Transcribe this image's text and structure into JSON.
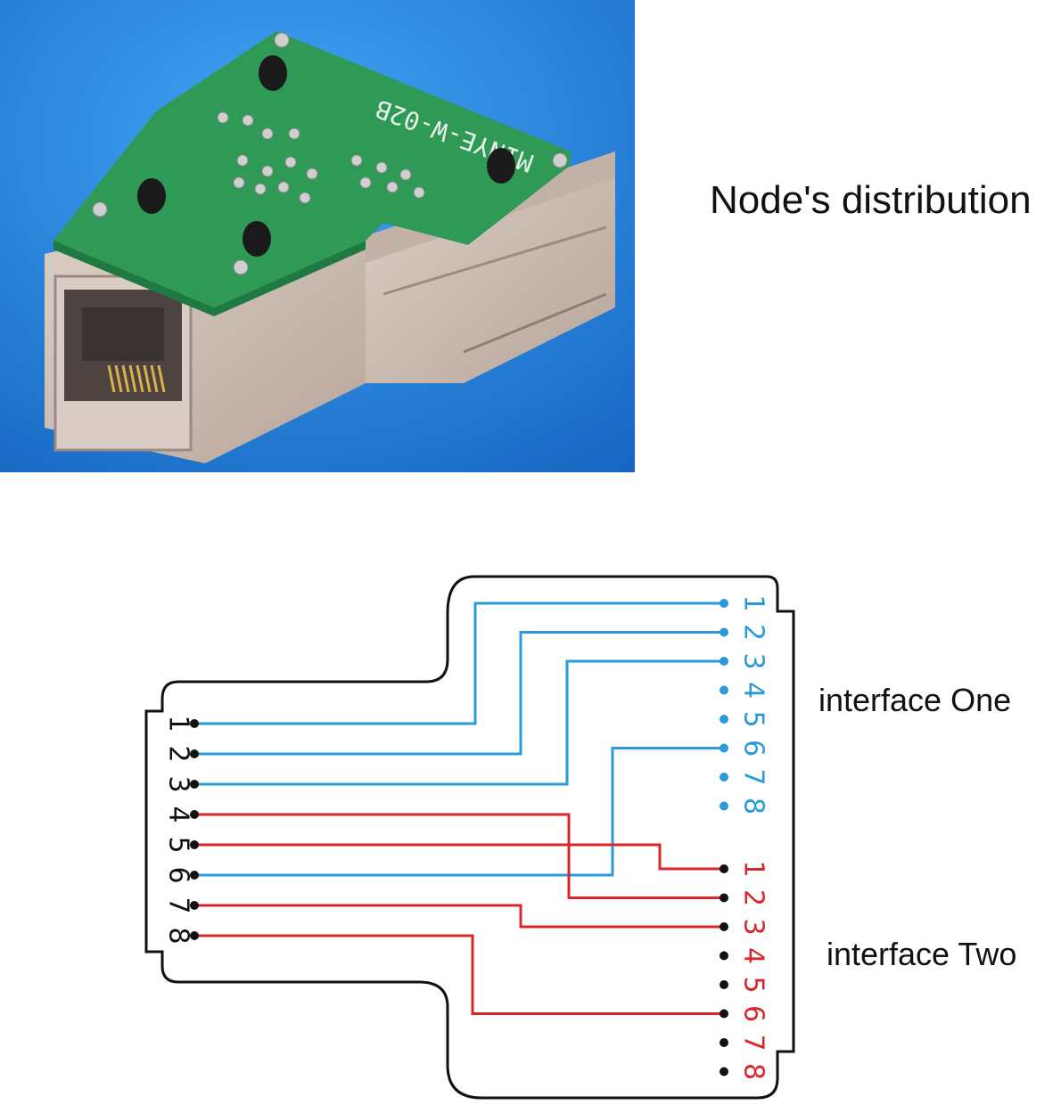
{
  "photo": {
    "board_marking": "MINYE-W-02B",
    "colors": {
      "background_blue": "#1e88e5",
      "pcb_green": "#2e9a56",
      "metal_shell": "#cdbdb4",
      "port_interior": "#5a4f4b"
    }
  },
  "heading": "Node's distribution",
  "labels": {
    "interface_one": "interface One",
    "interface_two": "interface Two"
  },
  "diagram": {
    "colors": {
      "blue_wire": "#2a9ad8",
      "red_wire": "#d8262a",
      "outline": "#111111",
      "pin_dot": "#111111"
    },
    "left_pins": [
      "1",
      "2",
      "3",
      "4",
      "5",
      "6",
      "7",
      "8"
    ],
    "interface_one_pins": [
      "1",
      "2",
      "3",
      "4",
      "5",
      "6",
      "7",
      "8"
    ],
    "interface_two_pins": [
      "1",
      "2",
      "3",
      "4",
      "5",
      "6",
      "7",
      "8"
    ],
    "connections": [
      {
        "from_pin": 1,
        "to_interface": "one",
        "to_pin": 1,
        "color": "blue"
      },
      {
        "from_pin": 2,
        "to_interface": "one",
        "to_pin": 2,
        "color": "blue"
      },
      {
        "from_pin": 3,
        "to_interface": "one",
        "to_pin": 3,
        "color": "blue"
      },
      {
        "from_pin": 6,
        "to_interface": "one",
        "to_pin": 6,
        "color": "blue"
      },
      {
        "from_pin": 4,
        "to_interface": "two",
        "to_pin": 2,
        "color": "red"
      },
      {
        "from_pin": 5,
        "to_interface": "two",
        "to_pin": 1,
        "color": "red"
      },
      {
        "from_pin": 7,
        "to_interface": "two",
        "to_pin": 3,
        "color": "red"
      },
      {
        "from_pin": 8,
        "to_interface": "two",
        "to_pin": 6,
        "color": "red"
      }
    ]
  }
}
